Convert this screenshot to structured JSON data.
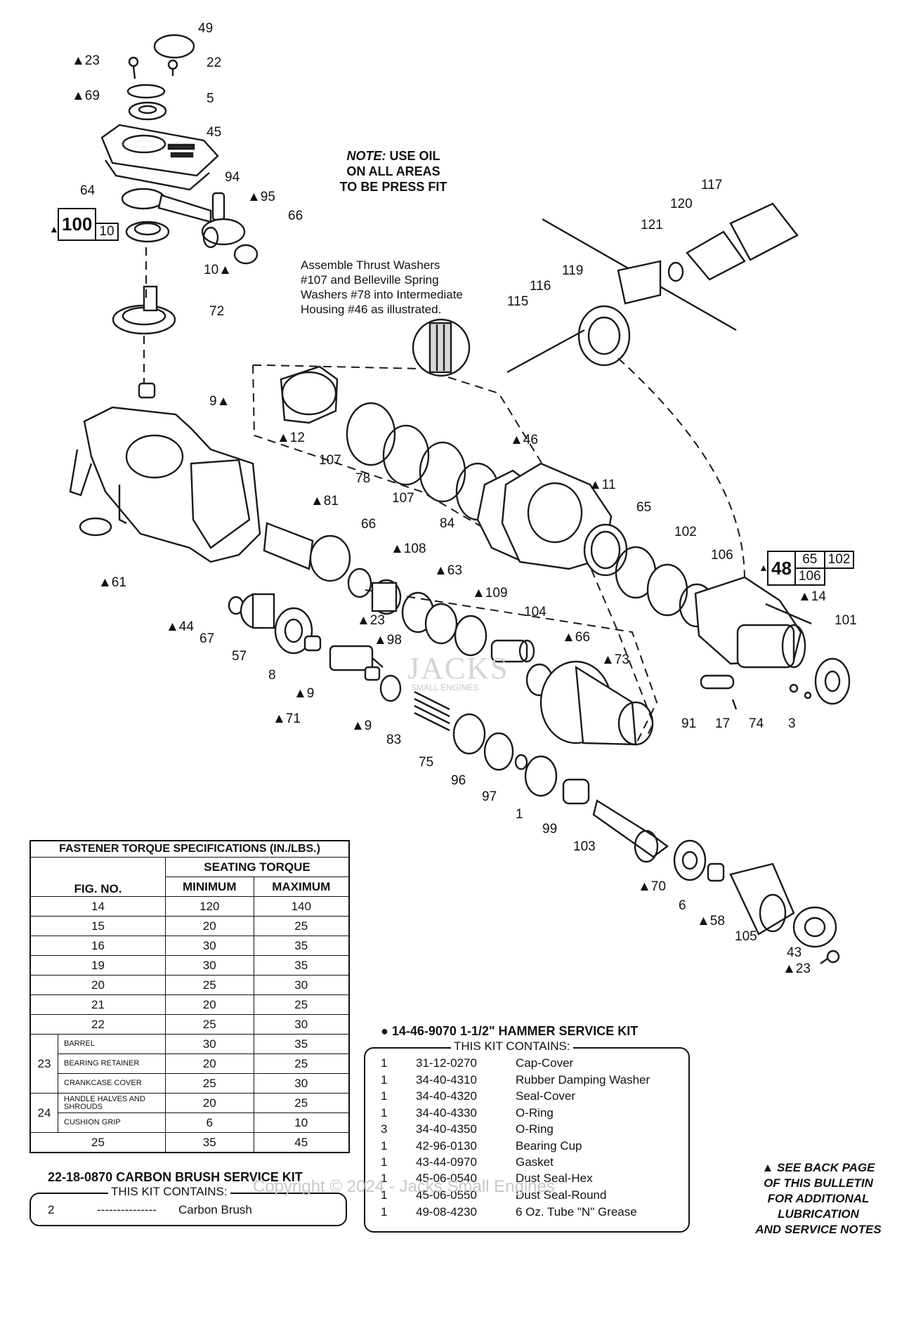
{
  "diagram": {
    "note": {
      "prefix": "NOTE:",
      "line1": "USE OIL",
      "line2": "ON ALL AREAS",
      "line3": "TO BE PRESS FIT"
    },
    "instruction": [
      "Assemble Thrust Washers",
      "#107 and Belleville Spring",
      "Washers #78 into Intermediate",
      "Housing #46 as illustrated."
    ],
    "box_100": {
      "main": "100",
      "sub": "10"
    },
    "box_48": {
      "main": "48",
      "items": [
        "65",
        "102",
        "106"
      ]
    },
    "labels": {
      "l49": "49",
      "l23a": "▲23",
      "l22": "22",
      "l69": "▲69",
      "l5": "5",
      "l45": "45",
      "l64": "64",
      "l94": "94",
      "l95": "▲95",
      "l66a": "66",
      "l10": "10▲",
      "l72": "72",
      "l9a": "9▲",
      "l12": "▲12",
      "l107a": "107",
      "l78": "78",
      "l107b": "107",
      "l46": "▲46",
      "l84": "84",
      "l11": "▲11",
      "l65": "65",
      "l102": "102",
      "l106": "106",
      "l61": "▲61",
      "l44": "▲44",
      "l81": "▲81",
      "l66b": "66",
      "l108": "▲108",
      "l63": "▲63",
      "l109": "▲109",
      "l104": "104",
      "l66c": "▲66",
      "l73": "▲73",
      "l23b": "▲23",
      "l98": "▲98",
      "l67": "67",
      "l57": "57",
      "l8": "8",
      "l9b": "▲9",
      "l71": "▲71",
      "l9c": "▲9",
      "l83": "83",
      "l75": "75",
      "l96": "96",
      "l97": "97",
      "l1": "1",
      "l99": "99",
      "l103": "103",
      "l70": "▲70",
      "l6": "6",
      "l58": "▲58",
      "l105": "105",
      "l43": "43",
      "l23c": "▲23",
      "l14": "▲14",
      "l101": "101",
      "l91": "91",
      "l17": "17",
      "l74": "74",
      "l3": "3",
      "l117": "117",
      "l120": "120",
      "l121": "121",
      "l119": "119",
      "l116": "116",
      "l115": "115"
    }
  },
  "torque_table": {
    "title": "FASTENER TORQUE SPECIFICATIONS (IN./LBS.)",
    "seating": "SEATING TORQUE",
    "headers": {
      "fig": "FIG. NO.",
      "min": "MINIMUM",
      "max": "MAXIMUM"
    },
    "rows": [
      {
        "fig": "14",
        "min": "120",
        "max": "140"
      },
      {
        "fig": "15",
        "min": "20",
        "max": "25"
      },
      {
        "fig": "16",
        "min": "30",
        "max": "35"
      },
      {
        "fig": "19",
        "min": "30",
        "max": "35"
      },
      {
        "fig": "20",
        "min": "25",
        "max": "30"
      },
      {
        "fig": "21",
        "min": "20",
        "max": "25"
      },
      {
        "fig": "22",
        "min": "25",
        "max": "30"
      }
    ],
    "group23": {
      "fig": "23",
      "rows": [
        {
          "part": "BARREL",
          "min": "30",
          "max": "35"
        },
        {
          "part": "BEARING RETAINER",
          "min": "20",
          "max": "25"
        },
        {
          "part": "CRANKCASE COVER",
          "min": "25",
          "max": "30"
        }
      ]
    },
    "group24": {
      "fig": "24",
      "rows": [
        {
          "part": "HANDLE HALVES AND SHROUDS",
          "min": "20",
          "max": "25"
        },
        {
          "part": "CUSHION GRIP",
          "min": "6",
          "max": "10"
        }
      ]
    },
    "last": {
      "fig": "25",
      "min": "35",
      "max": "45"
    }
  },
  "carbon_kit": {
    "title": "22-18-0870 CARBON BRUSH SERVICE KIT",
    "contains": "THIS KIT CONTAINS:",
    "row": {
      "qty": "2",
      "part": "---------------",
      "desc": "Carbon Brush"
    }
  },
  "hammer_kit": {
    "title": "● 14-46-9070 1-1/2\" HAMMER SERVICE KIT",
    "contains": "THIS KIT CONTAINS:",
    "rows": [
      {
        "qty": "1",
        "part": "31-12-0270",
        "desc": "Cap-Cover"
      },
      {
        "qty": "1",
        "part": "34-40-4310",
        "desc": "Rubber Damping Washer"
      },
      {
        "qty": "1",
        "part": "34-40-4320",
        "desc": "Seal-Cover"
      },
      {
        "qty": "1",
        "part": "34-40-4330",
        "desc": "O-Ring"
      },
      {
        "qty": "3",
        "part": "34-40-4350",
        "desc": "O-Ring"
      },
      {
        "qty": "1",
        "part": "42-96-0130",
        "desc": "Bearing Cup"
      },
      {
        "qty": "1",
        "part": "43-44-0970",
        "desc": "Gasket"
      },
      {
        "qty": "1",
        "part": "45-06-0540",
        "desc": "Dust Seal-Hex"
      },
      {
        "qty": "1",
        "part": "45-06-0550",
        "desc": "Dust Seal-Round"
      },
      {
        "qty": "1",
        "part": "49-08-4230",
        "desc": "6 Oz. Tube \"N\" Grease"
      }
    ]
  },
  "footnote": [
    "▲ SEE BACK PAGE",
    "OF THIS BULLETIN",
    "FOR ADDITIONAL",
    "LUBRICATION",
    "AND SERVICE NOTES"
  ],
  "watermark": "Copyright © 2024 - Jacks Small Engines",
  "watermark_logo": "JACKS",
  "watermark_logo_sub": "SMALL ENGINES"
}
